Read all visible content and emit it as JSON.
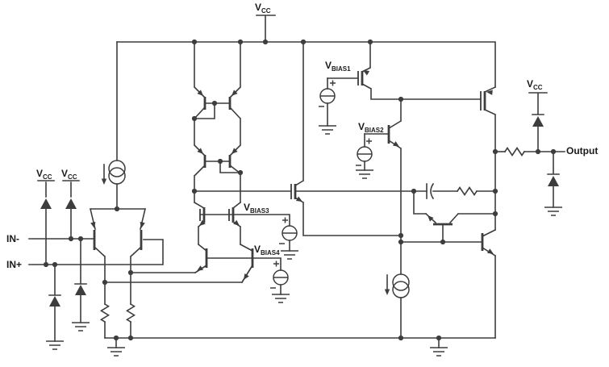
{
  "figure": {
    "kind": "operational-amplifier equivalent schematic"
  },
  "colors": {
    "wire": "#3d3d3d",
    "label": "#1a1a1a",
    "background": "#ffffff"
  },
  "labels": {
    "vcc_top": {
      "main": "V",
      "sub": "CC"
    },
    "vcc_in1": {
      "main": "V",
      "sub": "CC"
    },
    "vcc_in2": {
      "main": "V",
      "sub": "CC"
    },
    "vcc_out": {
      "main": "V",
      "sub": "CC"
    },
    "vbias1": {
      "main": "V",
      "sub": "BIAS1"
    },
    "vbias2": {
      "main": "V",
      "sub": "BIAS2"
    },
    "vbias3": {
      "main": "V",
      "sub": "BIAS3"
    },
    "vbias4": {
      "main": "V",
      "sub": "BIAS4"
    },
    "in_minus": {
      "text": "IN-"
    },
    "in_plus": {
      "text": "IN+"
    },
    "output": {
      "text": "Output"
    }
  }
}
